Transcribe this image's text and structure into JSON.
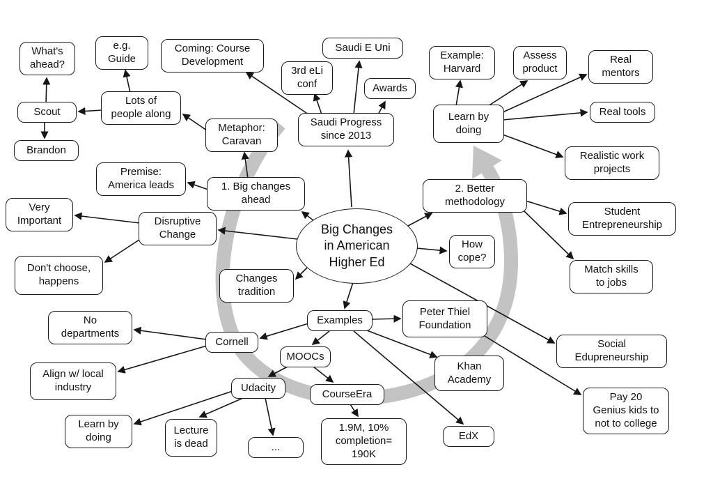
{
  "central": {
    "id": "big-changes-higher-ed",
    "label": "Big Changes\nin American\nHigher Ed"
  },
  "colors": {
    "node_border": "#1a1a1a",
    "node_fill": "#ffffff",
    "connector": "#161616",
    "emphasis_arrow": "#c3c3c3"
  },
  "nodes": [
    {
      "id": "whats-ahead",
      "label": "What's\nahead?"
    },
    {
      "id": "eg-guide",
      "label": "e.g.\nGuide"
    },
    {
      "id": "coming-course-development",
      "label": "Coming: Course\nDevelopment"
    },
    {
      "id": "saudi-e-uni",
      "label": "Saudi E Uni"
    },
    {
      "id": "third-eli-conf",
      "label": "3rd eLi\nconf"
    },
    {
      "id": "awards",
      "label": "Awards"
    },
    {
      "id": "example-harvard",
      "label": "Example:\nHarvard"
    },
    {
      "id": "assess-product",
      "label": "Assess\nproduct"
    },
    {
      "id": "real-mentors",
      "label": "Real\nmentors"
    },
    {
      "id": "scout",
      "label": "Scout"
    },
    {
      "id": "lots-of-people-along",
      "label": "Lots of\npeople along"
    },
    {
      "id": "real-tools",
      "label": "Real tools"
    },
    {
      "id": "brandon",
      "label": "Brandon"
    },
    {
      "id": "metaphor-caravan",
      "label": "Metaphor:\nCaravan"
    },
    {
      "id": "saudi-progress-since-2013",
      "label": "Saudi Progress\nsince 2013"
    },
    {
      "id": "learn-by-doing",
      "label": "Learn by\ndoing"
    },
    {
      "id": "realistic-work-projects",
      "label": "Realistic work\nprojects"
    },
    {
      "id": "premise-america-leads",
      "label": "Premise:\nAmerica leads"
    },
    {
      "id": "big-changes-ahead",
      "label": "1. Big changes\nahead"
    },
    {
      "id": "better-methodology",
      "label": "2. Better\nmethodology"
    },
    {
      "id": "very-important",
      "label": "Very\nImportant"
    },
    {
      "id": "disruptive-change",
      "label": "Disruptive\nChange"
    },
    {
      "id": "how-cope",
      "label": "How\ncope?"
    },
    {
      "id": "student-entrepreneurship",
      "label": "Student\nEntrepreneurship"
    },
    {
      "id": "dont-choose-happens",
      "label": "Don't choose,\nhappens"
    },
    {
      "id": "changes-tradition",
      "label": "Changes\ntradition"
    },
    {
      "id": "match-skills-to-jobs",
      "label": "Match skills\nto jobs"
    },
    {
      "id": "examples",
      "label": "Examples"
    },
    {
      "id": "peter-thiel-foundation",
      "label": "Peter Thiel\nFoundation"
    },
    {
      "id": "no-departments",
      "label": "No\ndepartments"
    },
    {
      "id": "cornell",
      "label": "Cornell"
    },
    {
      "id": "moocs",
      "label": "MOOCs"
    },
    {
      "id": "social-edupreneurship",
      "label": "Social\nEdupreneurship"
    },
    {
      "id": "khan-academy",
      "label": "Khan\nAcademy"
    },
    {
      "id": "align-local-industry",
      "label": "Align w/ local\nindustry"
    },
    {
      "id": "udacity",
      "label": "Udacity"
    },
    {
      "id": "coursera",
      "label": "CourseEra"
    },
    {
      "id": "learn-by-doing-2",
      "label": "Learn by\ndoing"
    },
    {
      "id": "lecture-is-dead",
      "label": "Lecture\nis dead"
    },
    {
      "id": "dots",
      "label": "..."
    },
    {
      "id": "completion-stat",
      "label": "1.9M, 10%\ncompletion=\n190K"
    },
    {
      "id": "edx",
      "label": "EdX"
    },
    {
      "id": "pay-genius-kids",
      "label": "Pay 20\nGenius kids to\nnot to college"
    }
  ],
  "edges": [
    {
      "from": "scout",
      "to": "whats-ahead"
    },
    {
      "from": "lots-of-people-along",
      "to": "scout"
    },
    {
      "from": "scout",
      "to": "brandon"
    },
    {
      "from": "lots-of-people-along",
      "to": "eg-guide"
    },
    {
      "from": "metaphor-caravan",
      "to": "lots-of-people-along"
    },
    {
      "from": "big-changes-ahead",
      "to": "metaphor-caravan"
    },
    {
      "from": "big-changes-ahead",
      "to": "premise-america-leads"
    },
    {
      "from": "big-changes-higher-ed",
      "to": "big-changes-ahead"
    },
    {
      "from": "big-changes-higher-ed",
      "to": "saudi-progress-since-2013"
    },
    {
      "from": "saudi-progress-since-2013",
      "to": "coming-course-development"
    },
    {
      "from": "saudi-progress-since-2013",
      "to": "third-eli-conf"
    },
    {
      "from": "saudi-progress-since-2013",
      "to": "saudi-e-uni"
    },
    {
      "from": "saudi-progress-since-2013",
      "to": "awards"
    },
    {
      "from": "big-changes-higher-ed",
      "to": "better-methodology"
    },
    {
      "from": "learn-by-doing",
      "to": "example-harvard"
    },
    {
      "from": "learn-by-doing",
      "to": "assess-product"
    },
    {
      "from": "learn-by-doing",
      "to": "real-mentors"
    },
    {
      "from": "learn-by-doing",
      "to": "real-tools"
    },
    {
      "from": "learn-by-doing",
      "to": "realistic-work-projects"
    },
    {
      "from": "better-methodology",
      "to": "student-entrepreneurship"
    },
    {
      "from": "better-methodology",
      "to": "match-skills-to-jobs"
    },
    {
      "from": "big-changes-higher-ed",
      "to": "how-cope"
    },
    {
      "from": "big-changes-higher-ed",
      "to": "disruptive-change"
    },
    {
      "from": "disruptive-change",
      "to": "very-important"
    },
    {
      "from": "disruptive-change",
      "to": "dont-choose-happens"
    },
    {
      "from": "big-changes-higher-ed",
      "to": "changes-tradition"
    },
    {
      "from": "big-changes-higher-ed",
      "to": "examples"
    },
    {
      "from": "big-changes-higher-ed",
      "to": "social-edupreneurship"
    },
    {
      "from": "examples",
      "to": "peter-thiel-foundation"
    },
    {
      "from": "examples",
      "to": "khan-academy"
    },
    {
      "from": "examples",
      "to": "edx"
    },
    {
      "from": "examples",
      "to": "moocs"
    },
    {
      "from": "examples",
      "to": "cornell"
    },
    {
      "from": "cornell",
      "to": "no-departments"
    },
    {
      "from": "cornell",
      "to": "align-local-industry"
    },
    {
      "from": "moocs",
      "to": "udacity"
    },
    {
      "from": "moocs",
      "to": "coursera"
    },
    {
      "from": "udacity",
      "to": "learn-by-doing-2"
    },
    {
      "from": "udacity",
      "to": "lecture-is-dead"
    },
    {
      "from": "udacity",
      "to": "dots"
    },
    {
      "from": "coursera",
      "to": "completion-stat"
    },
    {
      "from": "peter-thiel-foundation",
      "to": "pay-genius-kids"
    },
    {
      "from": "better-methodology",
      "to": "learn-by-doing",
      "style": "thick-gray-emphasis"
    }
  ]
}
